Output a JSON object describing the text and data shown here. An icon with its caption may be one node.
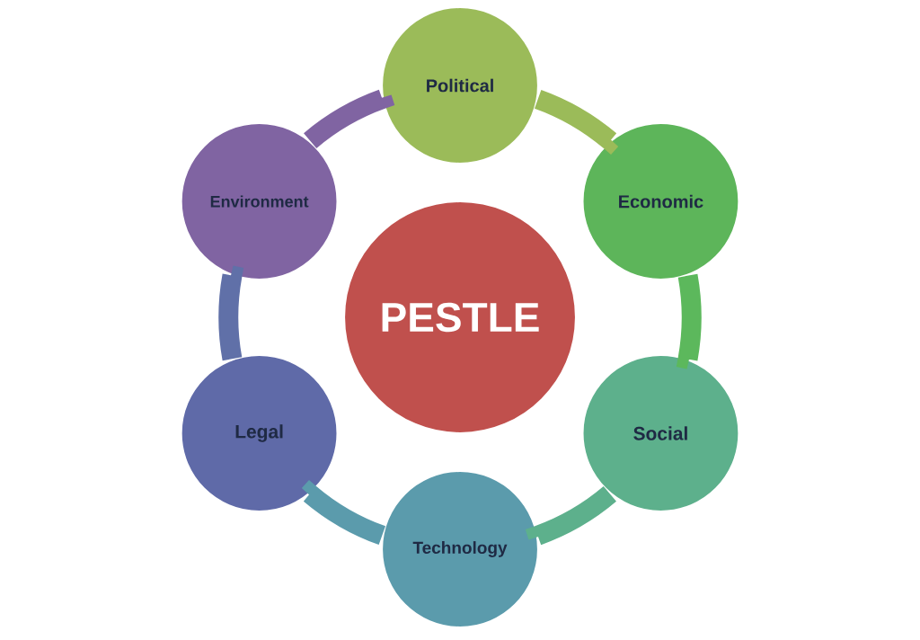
{
  "diagram": {
    "nodes": [
      {
        "text": [
          "Political"
        ]
      },
      {
        "text": [
          "Environment"
        ]
      },
      {
        "text": [
          "Economic"
        ]
      },
      {
        "text": [
          "PESTLE"
        ]
      },
      {
        "text": [
          "Legal"
        ]
      },
      {
        "text": [
          "Social"
        ]
      },
      {
        "text": [
          "Technology"
        ]
      }
    ],
    "edges": [
      {
        "from": 0,
        "to": 2,
        "arrow": "none",
        "color": "#9bbb59"
      },
      {
        "from": 2,
        "to": 5,
        "arrow": "none",
        "color": "#5cb85c"
      },
      {
        "from": 5,
        "to": 6,
        "arrow": "none",
        "color": "#5db08c"
      },
      {
        "from": 6,
        "to": 4,
        "arrow": "none",
        "color": "#5b9bac"
      },
      {
        "from": 4,
        "to": 1,
        "arrow": "none",
        "color": "#6070a8"
      },
      {
        "from": 1,
        "to": 0,
        "arrow": "none",
        "color": "#8064a2"
      }
    ]
  }
}
